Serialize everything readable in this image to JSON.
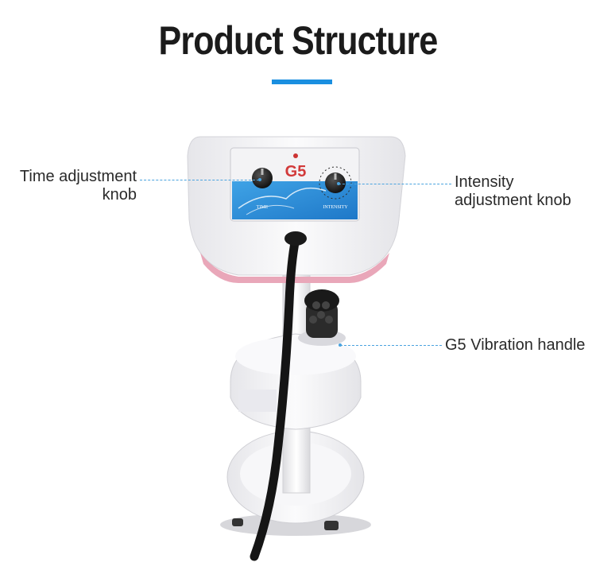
{
  "header": {
    "title": "Product Structure",
    "accent_color": "#1a8fe0"
  },
  "device": {
    "model_label": "G5",
    "intensity_panel_label": "INTENSITY",
    "time_panel_label": "TIME",
    "panel_color": "#2f8fd8",
    "body_color": "#f4f4f6",
    "trim_color": "#e9a7b9"
  },
  "callouts": {
    "time_knob": [
      "Time adjustment",
      "knob"
    ],
    "intensity_knob": [
      "Intensity",
      "adjustment knob"
    ],
    "vibration_handle": "G5 Vibration handle"
  }
}
